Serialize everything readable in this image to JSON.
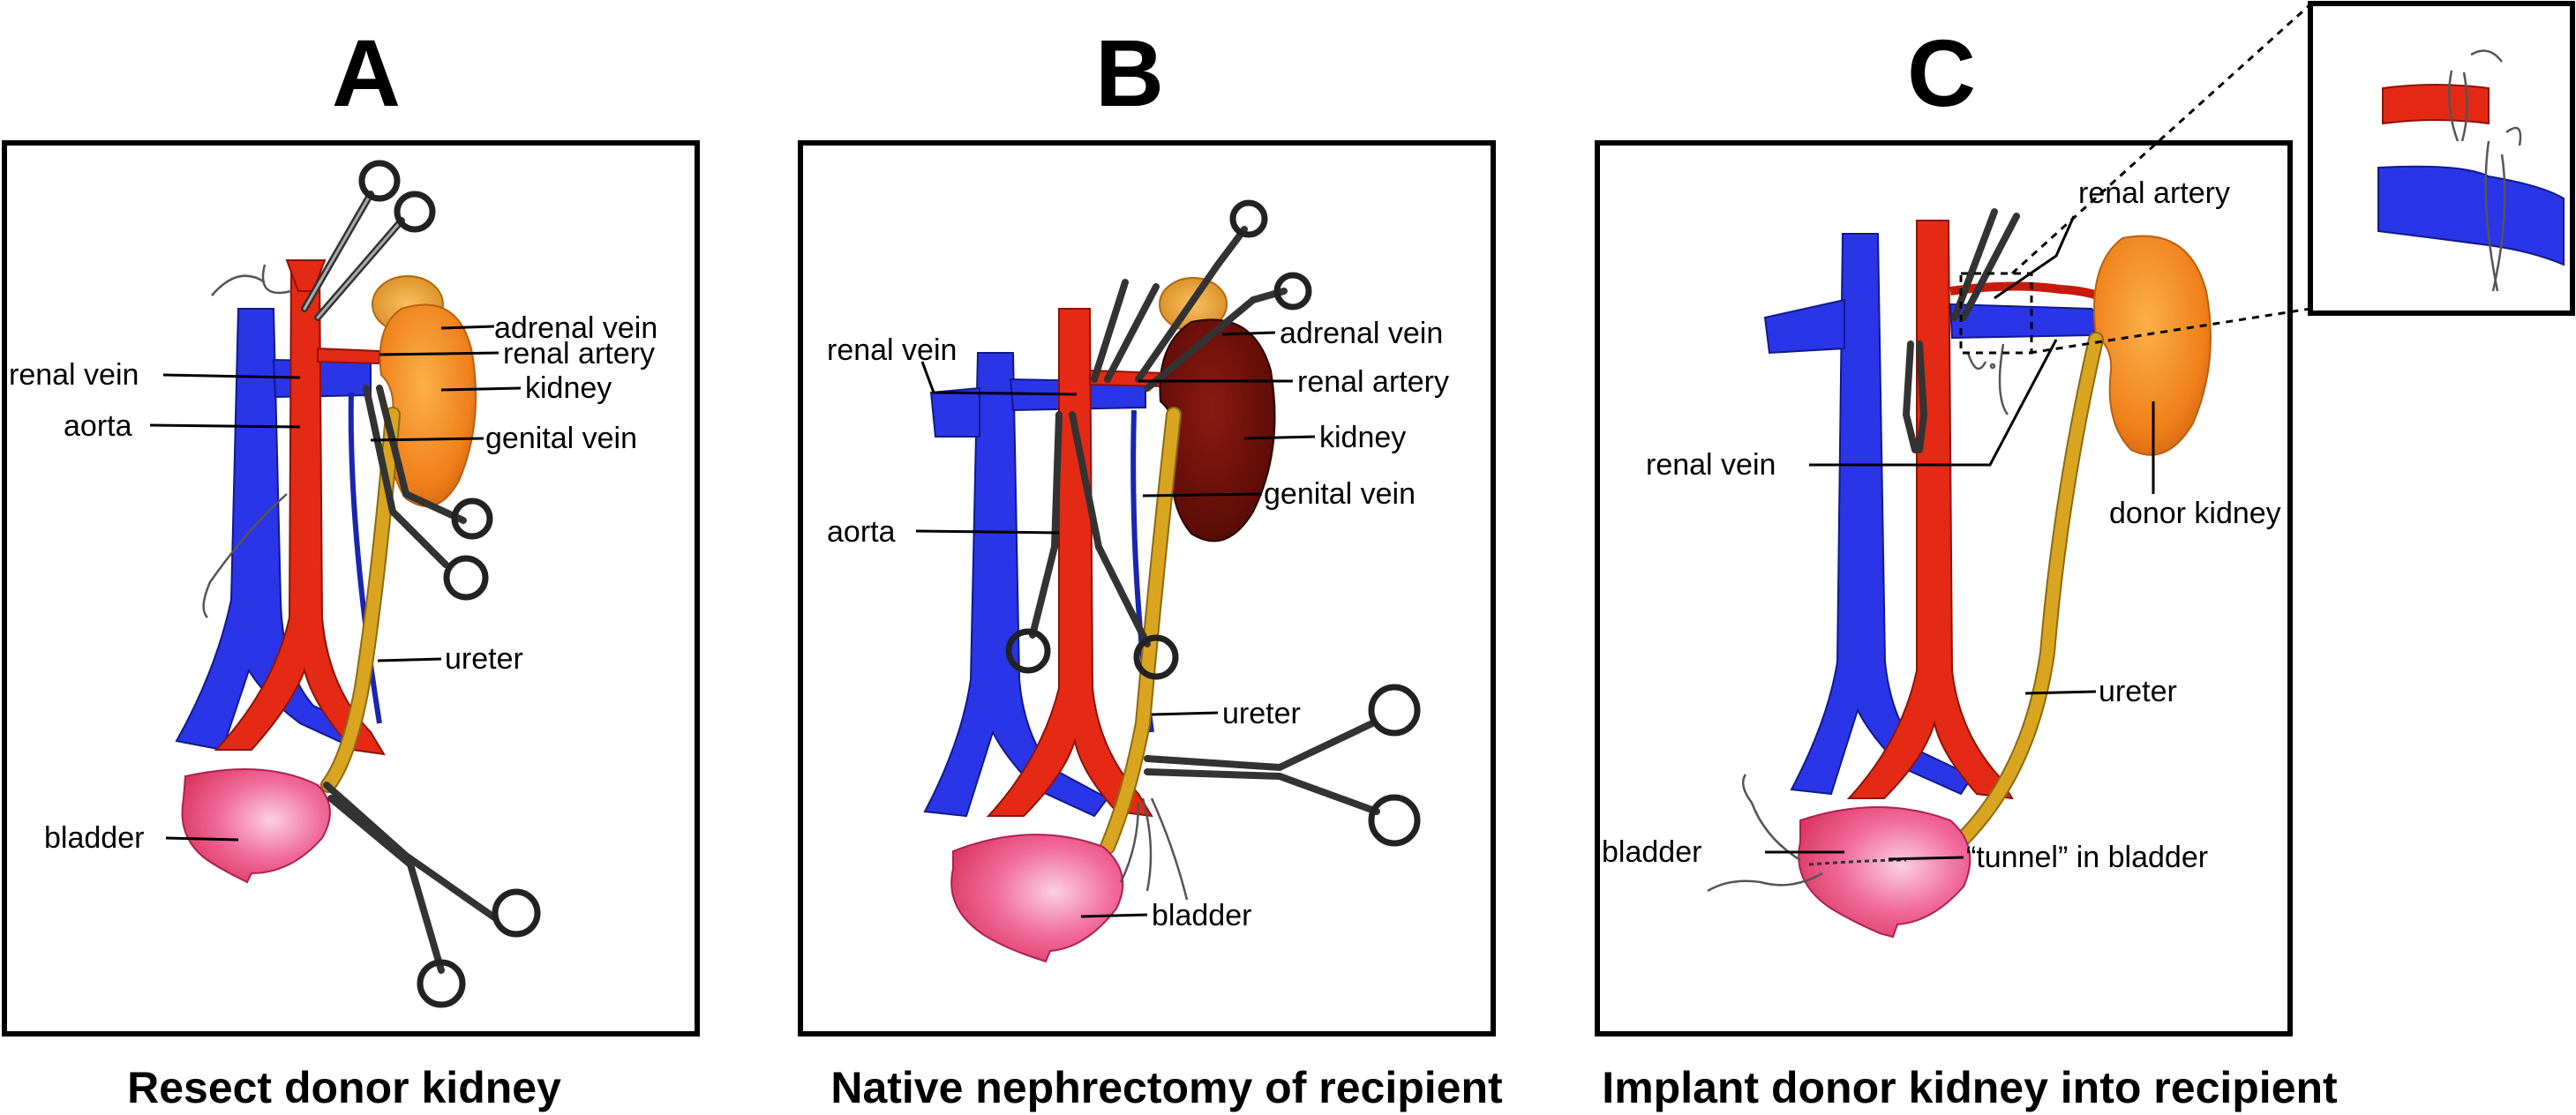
{
  "panels": [
    {
      "letter": "A",
      "caption": "Resect donor kidney",
      "labels": {
        "adrenal_vein": "adrenal vein",
        "renal_artery": "renal artery",
        "renal_vein": "renal vein",
        "kidney": "kidney",
        "aorta": "aorta",
        "genital_vein": "genital vein",
        "ureter": "ureter",
        "bladder": "bladder"
      }
    },
    {
      "letter": "B",
      "caption": "Native nephrectomy of recipient",
      "labels": {
        "renal_vein": "renal vein",
        "adrenal_vein": "adrenal vein",
        "renal_artery": "renal artery",
        "kidney": "kidney",
        "genital_vein": "genital vein",
        "aorta": "aorta",
        "ureter": "ureter",
        "bladder": "bladder"
      }
    },
    {
      "letter": "C",
      "caption": "Implant donor kidney into recipient",
      "labels": {
        "renal_artery": "renal artery",
        "renal_vein": "renal vein",
        "donor_kidney": "donor kidney",
        "ureter": "ureter",
        "bladder": "bladder",
        "tunnel": "“tunnel” in bladder"
      }
    }
  ],
  "colors": {
    "vein": "#2a35e8",
    "artery": "#e42a14",
    "kidney_donor": "#f08a1e",
    "kidney_native": "#6e0f0a",
    "ureter": "#d9a520",
    "bladder": "#f0508a"
  }
}
